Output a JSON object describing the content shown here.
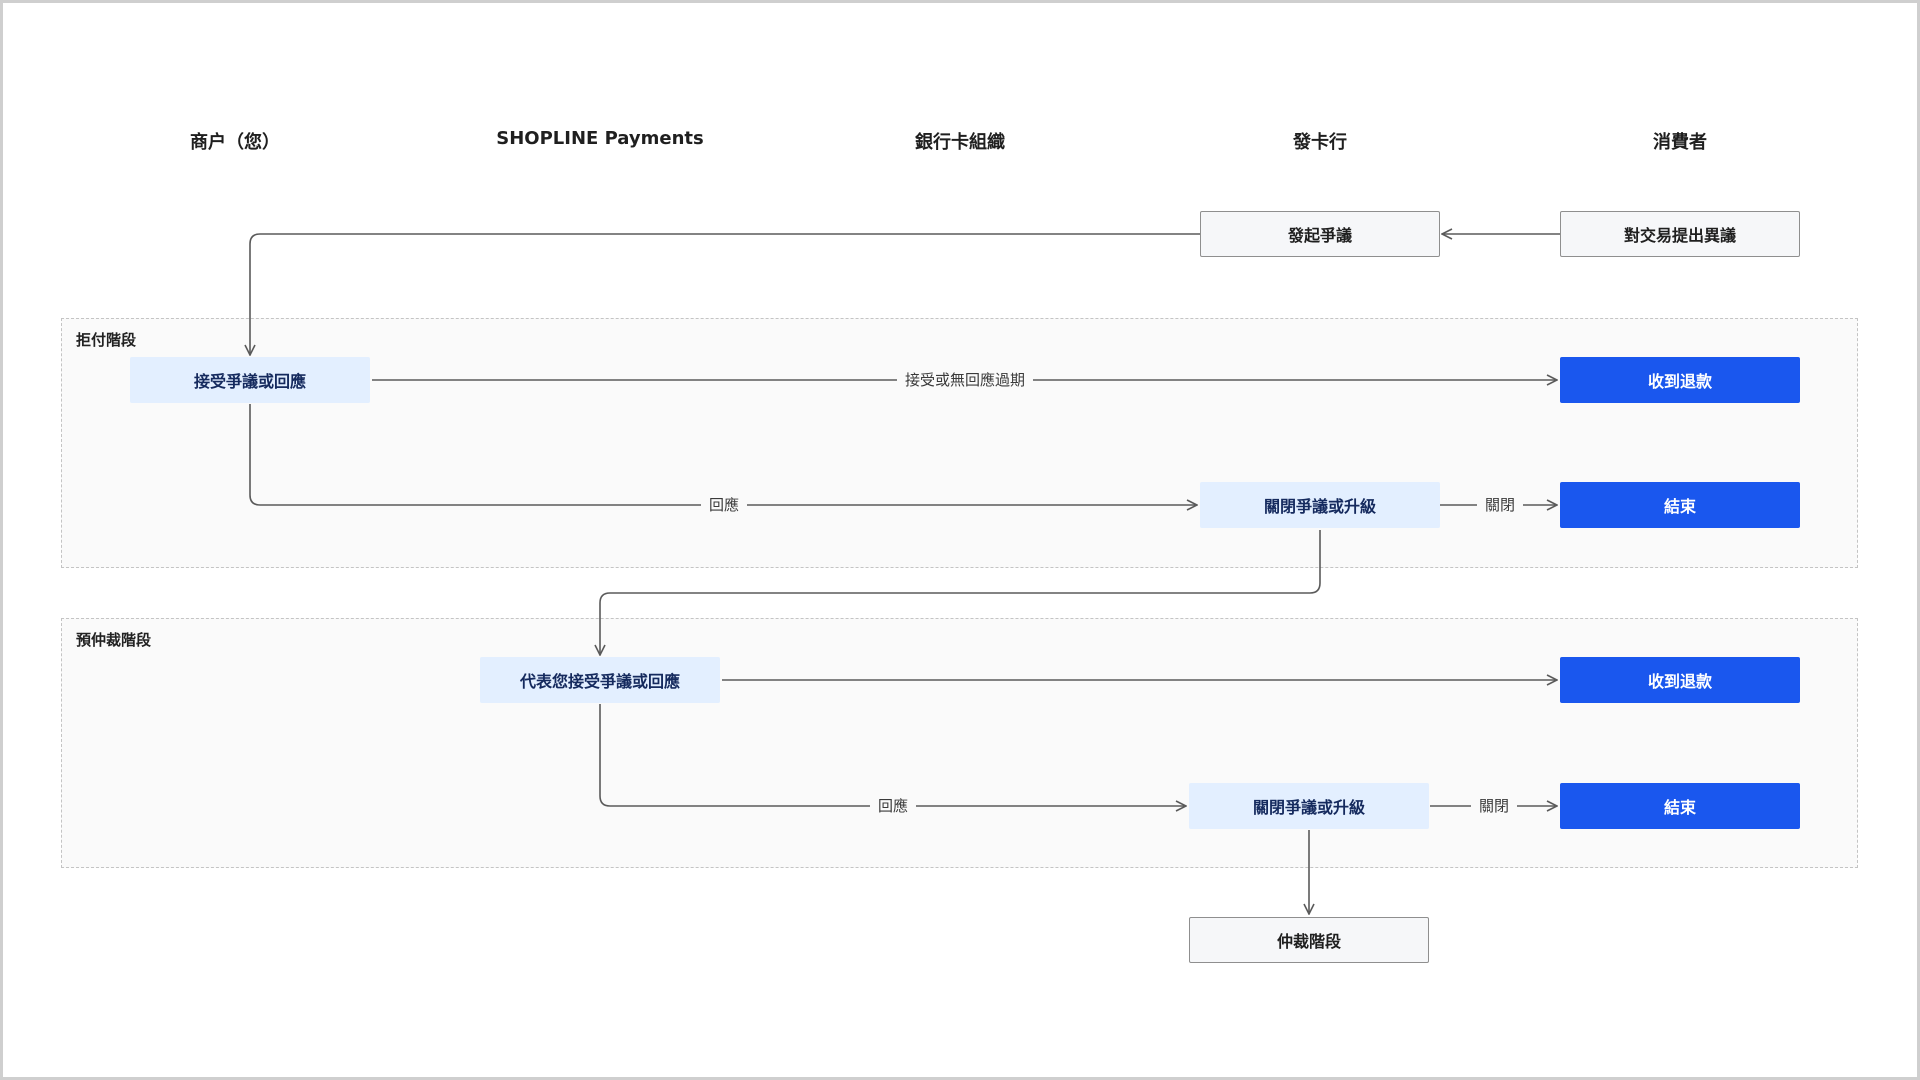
{
  "columns": {
    "merchant": "商户（您）",
    "shopline": "SHOPLINE Payments",
    "network": "銀行卡組織",
    "issuer": "發卡行",
    "consumer": "消費者"
  },
  "stages": {
    "chargeback": "拒付階段",
    "pre_arbitration": "預仲裁階段"
  },
  "nodes": {
    "consumer_dispute": "對交易提出異議",
    "issuer_initiate": "發起爭議",
    "merchant_accept_or_respond": "接受爭議或回應",
    "refund_1": "收到退款",
    "issuer_close_or_escalate_1": "關閉爭議或升級",
    "end_1": "結束",
    "spl_accept_or_respond": "代表您接受爭議或回應",
    "refund_2": "收到退款",
    "issuer_close_or_escalate_2": "關閉爭議或升級",
    "end_2": "結束",
    "arbitration": "仲裁階段"
  },
  "edge_labels": {
    "accept_or_expire": "接受或無回應過期",
    "respond_1": "回應",
    "close_1": "關閉",
    "respond_2": "回應",
    "close_2": "關閉"
  },
  "colors": {
    "accent_blue": "#1a57ee",
    "light_blue": "#e3efff",
    "line": "#5a5a5a"
  }
}
